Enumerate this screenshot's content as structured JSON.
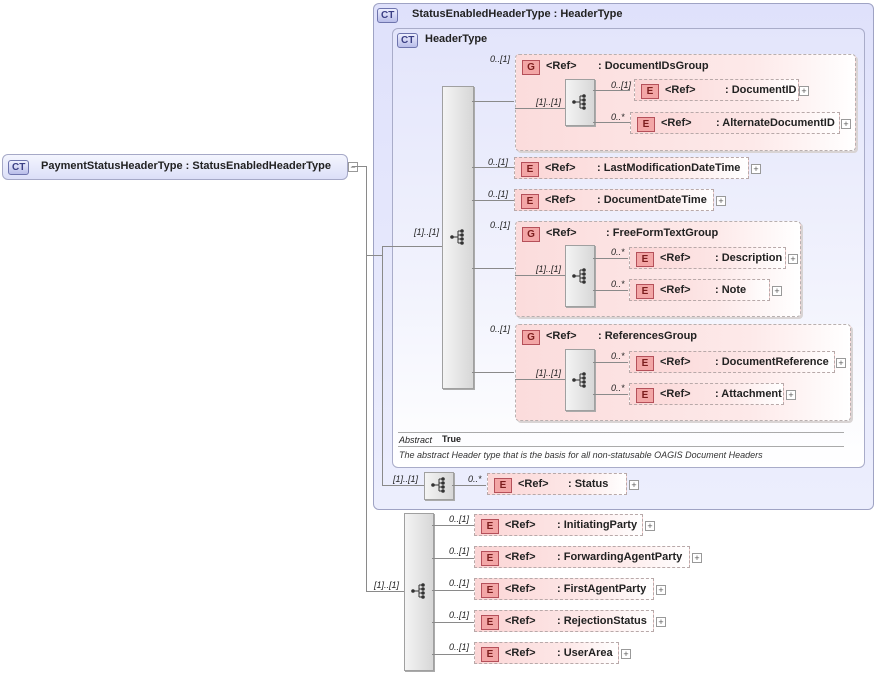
{
  "root": {
    "badge": "CT",
    "title": "PaymentStatusHeaderType : StatusEnabledHeaderType"
  },
  "outer": {
    "badge": "CT",
    "title": "StatusEnabledHeaderType : HeaderType"
  },
  "inner": {
    "badge": "CT",
    "title": "HeaderType"
  },
  "ref_label": "<Ref>",
  "g_badge": "G",
  "e_badge": "E",
  "document_ids_group": {
    "card": "0..[1]",
    "name": ": DocumentIDsGroup",
    "seq_card": "[1]..[1]",
    "items": [
      {
        "card": "0..[1]",
        "name": ": DocumentID"
      },
      {
        "card": "0..*",
        "name": ": AlternateDocumentID"
      }
    ]
  },
  "last_mod": {
    "card": "0..[1]",
    "name": ": LastModificationDateTime"
  },
  "doc_datetime": {
    "card": "0..[1]",
    "name": ": DocumentDateTime"
  },
  "free_form_group": {
    "card": "0..[1]",
    "name": ": FreeFormTextGroup",
    "seq_card": "[1]..[1]",
    "items": [
      {
        "card": "0..*",
        "name": ": Description"
      },
      {
        "card": "0..*",
        "name": ": Note"
      }
    ]
  },
  "references_group": {
    "card": "0..[1]",
    "name": ": ReferencesGroup",
    "seq_card": "[1]..[1]",
    "items": [
      {
        "card": "0..*",
        "name": ": DocumentReference"
      },
      {
        "card": "0..*",
        "name": ": Attachment"
      }
    ]
  },
  "header_seq_card": "[1]..[1]",
  "annotation": {
    "label": "Abstract",
    "value": "True",
    "description": "The abstract Header type that is the basis for all non-statusable OAGIS Document Headers"
  },
  "status": {
    "seq_card": "[1]..[1]",
    "card": "0..*",
    "name": ": Status"
  },
  "bottom_seq_card": "[1]..[1]",
  "bottom_items": [
    {
      "card": "0..[1]",
      "name": ": InitiatingParty"
    },
    {
      "card": "0..[1]",
      "name": ": ForwardingAgentParty"
    },
    {
      "card": "0..[1]",
      "name": ": FirstAgentParty"
    },
    {
      "card": "0..[1]",
      "name": ": RejectionStatus"
    },
    {
      "card": "0..[1]",
      "name": ": UserArea"
    }
  ],
  "colors": {
    "element_fill": "#fbd6d6",
    "complex_type_fill": "#dfe1fb",
    "badge_border": "#b5505a"
  }
}
